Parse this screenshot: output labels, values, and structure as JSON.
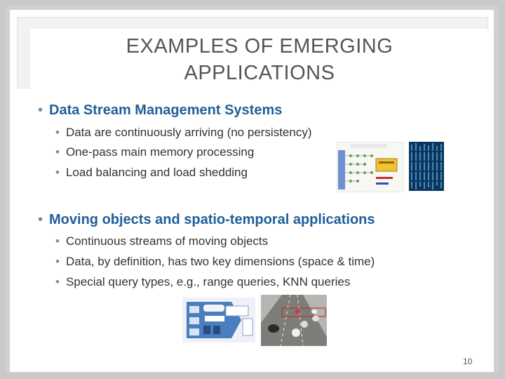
{
  "title": {
    "line1": "EXAMPLES OF EMERGING",
    "line2": "APPLICATIONS"
  },
  "sections": [
    {
      "heading": "Data Stream Management Systems",
      "bullets": [
        "Data are continuously arriving (no persistency)",
        "One-pass main memory processing",
        "Load balancing and load shedding"
      ]
    },
    {
      "heading": "Moving objects and spatio-temporal applications",
      "bullets": [
        "Continuous streams of moving objects",
        "Data, by definition, has two key dimensions (space & time)",
        "Special query types, e.g., range queries, KNN queries"
      ]
    }
  ],
  "slide_number": "10",
  "colors": {
    "heading": "#1f5f9a",
    "bullet_text": "#333333",
    "title_text": "#555555"
  }
}
